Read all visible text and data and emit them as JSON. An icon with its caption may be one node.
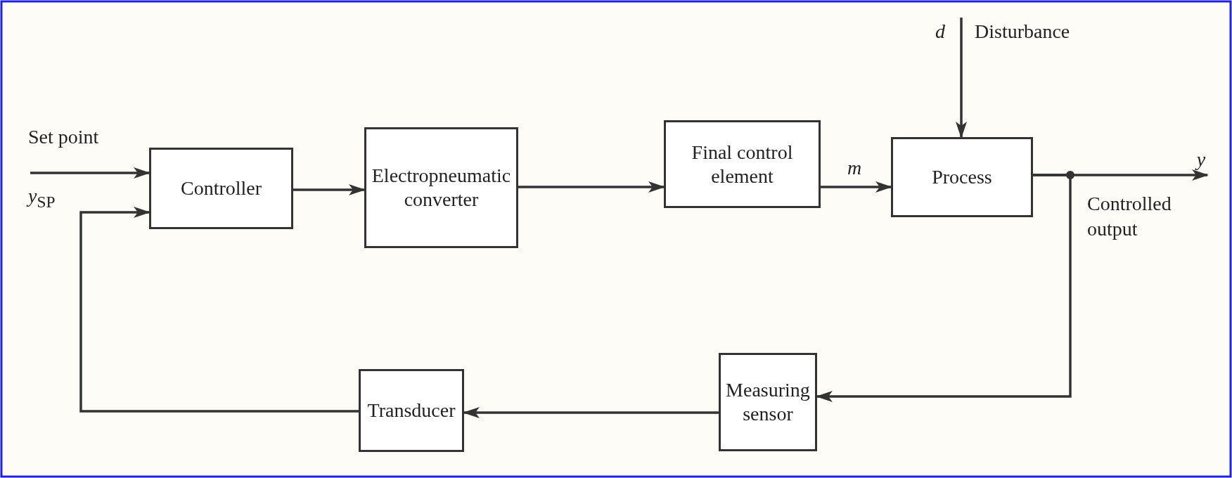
{
  "diagram": {
    "nodes": [
      {
        "text": [
          "Controller"
        ]
      },
      {
        "text": [
          "Electropneumatic converter"
        ]
      },
      {
        "text": [
          "Final control element"
        ]
      },
      {
        "text": [
          "Process"
        ]
      },
      {
        "text": [
          "Measuring sensor"
        ]
      },
      {
        "text": [
          "Transducer"
        ]
      },
      {
        "text": [
          "y"
        ]
      }
    ],
    "edges": [
      {
        "from": null,
        "to": 0,
        "arrow": "to"
      },
      {
        "from": 0,
        "to": 1,
        "arrow": "to"
      },
      {
        "from": 1,
        "to": 2,
        "arrow": "to"
      },
      {
        "from": 2,
        "to": 3,
        "arrow": "to",
        "label": "m"
      },
      {
        "from": null,
        "to": 3,
        "arrow": "to"
      },
      {
        "from": 3,
        "to": 6,
        "arrow": "to"
      },
      {
        "from": 3,
        "to": 4,
        "arrow": "to"
      },
      {
        "from": 4,
        "to": 5,
        "arrow": "to"
      },
      {
        "from": 5,
        "to": 0,
        "arrow": "to"
      }
    ],
    "labels": [
      "Set point",
      "*y*$_{SP}$",
      "d",
      "Disturbance",
      "Controlled output"
    ]
  }
}
